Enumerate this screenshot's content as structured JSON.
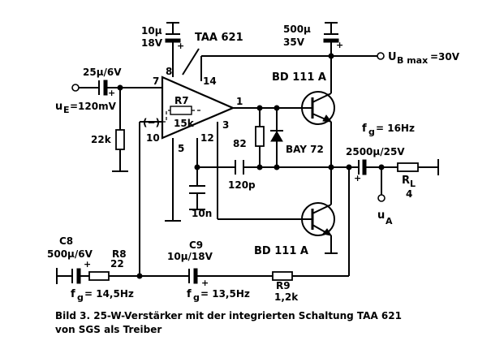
{
  "figure": {
    "ic_name": "TAA 621",
    "transistor_top": "BD 111 A",
    "transistor_bottom": "BD 111 A",
    "diode": "BAY 72",
    "supply": {
      "cap_value": "500μ",
      "cap_voltage": "35V",
      "label": "U",
      "label_sub": "B max",
      "label_value": "=30V"
    },
    "pin8_cap": {
      "value": "10μ",
      "voltage": "18V"
    },
    "input": {
      "cap": "25μ/6V",
      "label": "u",
      "label_sub": "E",
      "label_value": "=120mV"
    },
    "r_input": "22k",
    "r7": {
      "name": "R7",
      "value": "15k"
    },
    "pins": {
      "p7": "7",
      "p8": "8",
      "p14": "14",
      "p1": "1",
      "p3": "3",
      "p12": "12",
      "p5": "5",
      "p10": "10",
      "minus": "(−)"
    },
    "node_82": "82",
    "cap_120p": "120p",
    "cap_10n": "10n",
    "output": {
      "fg_label": "f",
      "fg_sub": "g",
      "fg_value": "= 16Hz",
      "cap": "2500μ/25V",
      "rl_label": "R",
      "rl_sub": "L",
      "rl_value": "4",
      "ua_label": "u",
      "ua_sub": "A"
    },
    "c8": {
      "name": "C8",
      "value": "500μ/6V"
    },
    "r8": {
      "name": "R8",
      "value": "22"
    },
    "fg1": {
      "label": "f",
      "sub": "g",
      "value": "= 14,5Hz"
    },
    "c9": {
      "name": "C9",
      "value": "10μ/18V"
    },
    "fg2": {
      "label": "f",
      "sub": "g",
      "value": "= 13,5Hz"
    },
    "r9": {
      "name": "R9",
      "value": "1,2k"
    },
    "plus": "+"
  },
  "caption": {
    "line1": "Bild 3. 25-W-Verstärker mit der integrierten Schaltung TAA 621",
    "line2": "von SGS als Treiber"
  }
}
